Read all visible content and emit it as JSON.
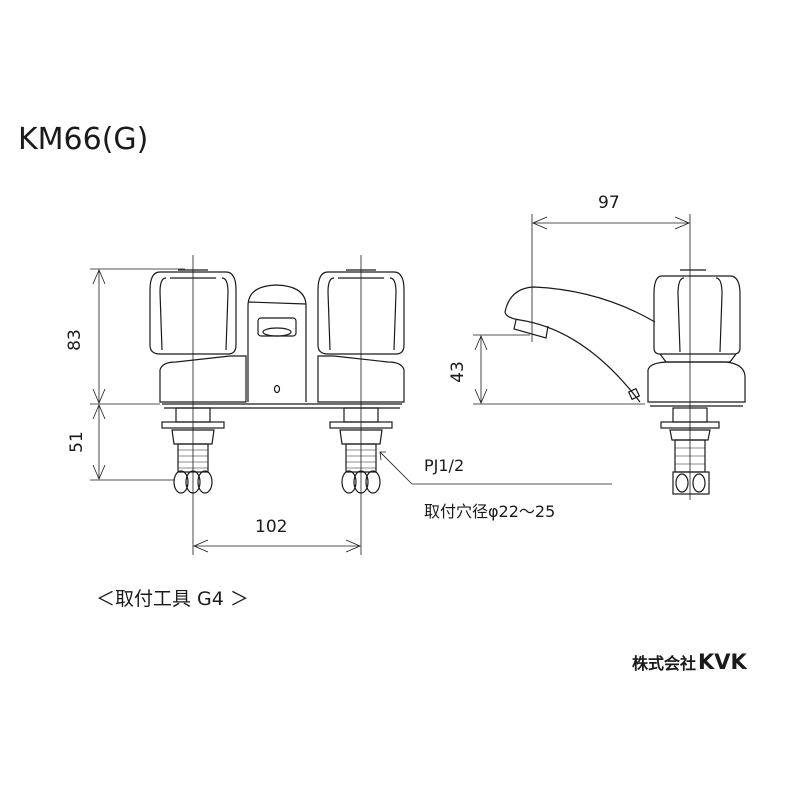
{
  "title": "KM66(G)",
  "dimensions": {
    "front_height_above_deck": "83",
    "front_height_below_deck": "51",
    "handle_spacing": "102",
    "side_spout_reach": "97",
    "side_spout_height": "43"
  },
  "notes": {
    "thread_spec": "PJ1/2",
    "mounting_hole": "取付穴径φ22～25"
  },
  "accessory": "＜取付工具 G4 ＞",
  "brand": {
    "company_prefix": "株式会社",
    "logo": "KVK"
  },
  "colors": {
    "line": "#1a1a1a",
    "background": "#ffffff"
  }
}
